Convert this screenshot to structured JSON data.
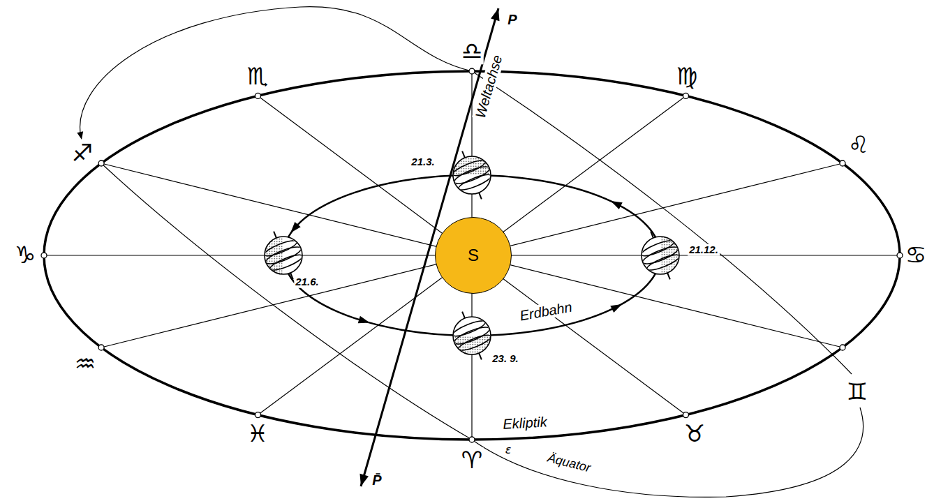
{
  "diagram": {
    "nodes": [
      {
        "text": [
          "S"
        ]
      }
    ],
    "labels": [
      "♏",
      "♎",
      "♍",
      "♌",
      "♐",
      "Weltachse",
      "P",
      "21.3.",
      "♑",
      "21.6.",
      "21.12.",
      "♋",
      "Erdbahn",
      "23. 9.",
      "♒",
      "♊",
      "Ekliptik",
      "♓",
      "♉",
      "ε",
      "Äquator",
      "♈",
      "P̄"
    ]
  }
}
